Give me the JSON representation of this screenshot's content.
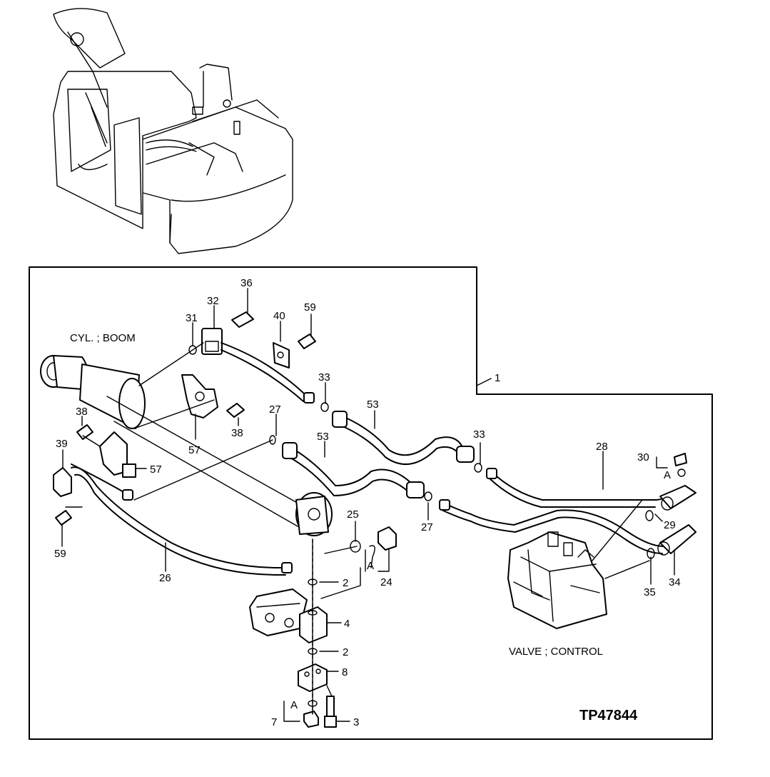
{
  "labels": {
    "cyl_boom": "CYL. ; BOOM",
    "valve_control": "VALVE ; CONTROL",
    "figure_ref": "TP47844"
  },
  "callouts": {
    "c1": "1",
    "c2a": "2",
    "c2b": "2",
    "c3": "3",
    "c4": "4",
    "c7": "7",
    "c8": "8",
    "c24": "24",
    "c25": "25",
    "c26": "26",
    "c27a": "27",
    "c27b": "27",
    "c28": "28",
    "c29": "29",
    "c30": "30",
    "c31": "31",
    "c32": "32",
    "c33a": "33",
    "c33b": "33",
    "c34": "34",
    "c35": "35",
    "c36": "36",
    "c38a": "38",
    "c38b": "38",
    "c39": "39",
    "c40": "40",
    "c53a": "53",
    "c53b": "53",
    "c57a": "57",
    "c57b": "57",
    "c59a": "59",
    "c59b": "59"
  },
  "markers": {
    "a1": "A",
    "a2": "A",
    "a3": "A"
  }
}
